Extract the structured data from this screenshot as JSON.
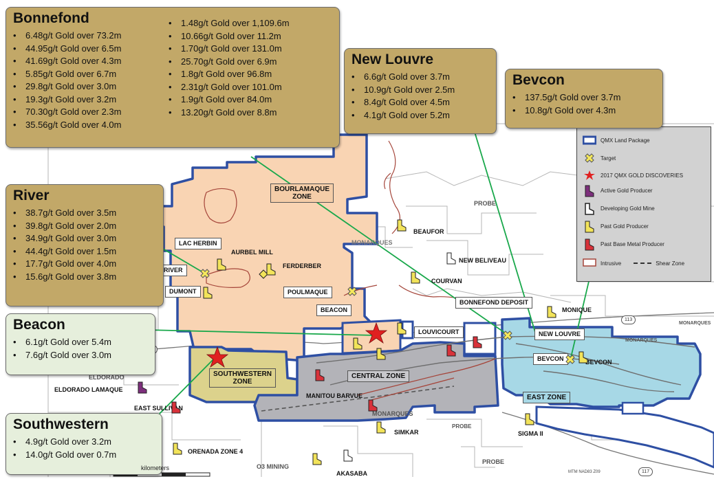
{
  "callouts": {
    "bonnefond": {
      "title": "Bonnefond",
      "col1": [
        "6.48g/t Gold over 73.2m",
        "44.95g/t Gold over 6.5m",
        "41.69g/t Gold over 4.3m",
        "5.85g/t Gold over 6.7m",
        "29.8g/t Gold over 3.0m",
        "19.3g/t Gold over 3.2m",
        "70.30g/t Gold over 2.3m",
        "35.56g/t Gold over 4.0m"
      ],
      "col2": [
        "1.48g/t Gold over 1,109.6m",
        "10.66g/t Gold over 11.2m",
        "1.70g/t Gold over 131.0m",
        "25.70g/t Gold over 6.9m",
        "1.8g/t Gold over 96.8m",
        "2.31g/t Gold over 101.0m",
        "1.9g/t Gold over 84.0m",
        "13.20g/t Gold over 8.8m"
      ]
    },
    "new_louvre": {
      "title": "New Louvre",
      "items": [
        "6.6g/t Gold over 3.7m",
        "10.9g/t Gold over 2.5m",
        "8.4g/t Gold over 4.5m",
        "4.1g/t Gold over 5.2m"
      ]
    },
    "bevcon": {
      "title": "Bevcon",
      "items": [
        "137.5g/t Gold over 3.7m",
        "10.8g/t Gold over 4.3m"
      ]
    },
    "river": {
      "title": "River",
      "items": [
        "38.7g/t Gold over 3.5m",
        "39.8g/t Gold over 2.0m",
        "34.9g/t Gold over 3.0m",
        "44.4g/t Gold over 1.5m",
        "17.7g/t Gold over 4.0m",
        "15.6g/t Gold over 3.8m"
      ]
    },
    "beacon": {
      "title": "Beacon",
      "items": [
        "6.1g/t Gold over 5.4m",
        "7.6g/t Gold over 3.0m"
      ]
    },
    "southwestern": {
      "title": "Southwestern",
      "items": [
        "4.9g/t Gold over 3.2m",
        "14.0g/t Gold over 0.7m"
      ]
    }
  },
  "legend": {
    "items": [
      {
        "label": "QMX Land Package",
        "icon": "land-package-icon"
      },
      {
        "label": "Target",
        "icon": "target-icon"
      },
      {
        "label": "2017 QMX GOLD DISCOVERIES",
        "icon": "discovery-star-icon"
      },
      {
        "label": "Active Gold Producer",
        "icon": "active-gold-producer-icon"
      },
      {
        "label": "Developing Gold Mine",
        "icon": "developing-gold-mine-icon"
      },
      {
        "label": "Past Gold Producer",
        "icon": "past-gold-producer-icon"
      },
      {
        "label": "Past Base Metal Producer",
        "icon": "past-base-metal-producer-icon"
      }
    ],
    "intrusive": "Intrusive",
    "shear_zone": "Shear Zone"
  },
  "zones": {
    "bourlamaque": [
      "BOURLAMAQUE",
      "ZONE"
    ],
    "southwestern": [
      "SOUTHWESTERN",
      "ZONE"
    ],
    "central": "CENTRAL ZONE",
    "east": "EAST ZONE"
  },
  "labels": {
    "lac_herbin": "LAC HERBIN",
    "aurbel_mill": "AURBEL MILL",
    "ferderber": "FERDERBER",
    "river": "RIVER",
    "dumont": "DUMONT",
    "poulmaque": "POULMAQUE",
    "beacon": "BEACON",
    "bonnefond_deposit": "BONNEFOND DEPOSIT",
    "louvicourt": "LOUVICOURT",
    "new_louvre": "NEW LOUVRE",
    "monique": "MONIQUE",
    "bevcon_1": "BEVCON",
    "bevcon_2": "BEVCON",
    "beaufor": "BEAUFOR",
    "new_beliveau": "NEW BELIVEAU",
    "courvan": "COURVAN",
    "manitou_barvue": "MANITOU BARVUE",
    "eldorado_lamaque": "ELDORADO LAMAQUE",
    "east_sullivan": "EAST SULLIVAN",
    "orenada_zone_4": "ORENADA ZONE 4",
    "simkar": "SIMKAR",
    "sigma_ii": "SIGMA II",
    "akasaba": "AKASABA"
  },
  "regions": {
    "probe_1": "PROBE",
    "probe_2": "PROBE",
    "probe_3": "PROBE",
    "monarques_1": "MONARQUES",
    "monarques_2": "MONARQUES",
    "monarques_3": "MONARQUES",
    "monarques_4": "MONARQUES",
    "eldorado": "ELDORADO",
    "o3_mining": "O3 MINING"
  },
  "roads": {
    "r113": "113",
    "r117a": "117",
    "r117b": "117"
  },
  "scale": "kilometers",
  "credit": "MTM NAD83 Z09",
  "colors": {
    "callout_gold": "#c2a868",
    "callout_green": "#e6efdc",
    "land_package_outline": "#2e4fa3",
    "bourlamaque_fill": "#f9d4b3",
    "central_fill": "#b3b3b8",
    "east_fill": "#a7d8e6",
    "southwestern_fill": "#dcd28c",
    "connector_green": "#19a84b",
    "target_yellow": "#f5e85c",
    "discovery_red": "#e02020"
  }
}
